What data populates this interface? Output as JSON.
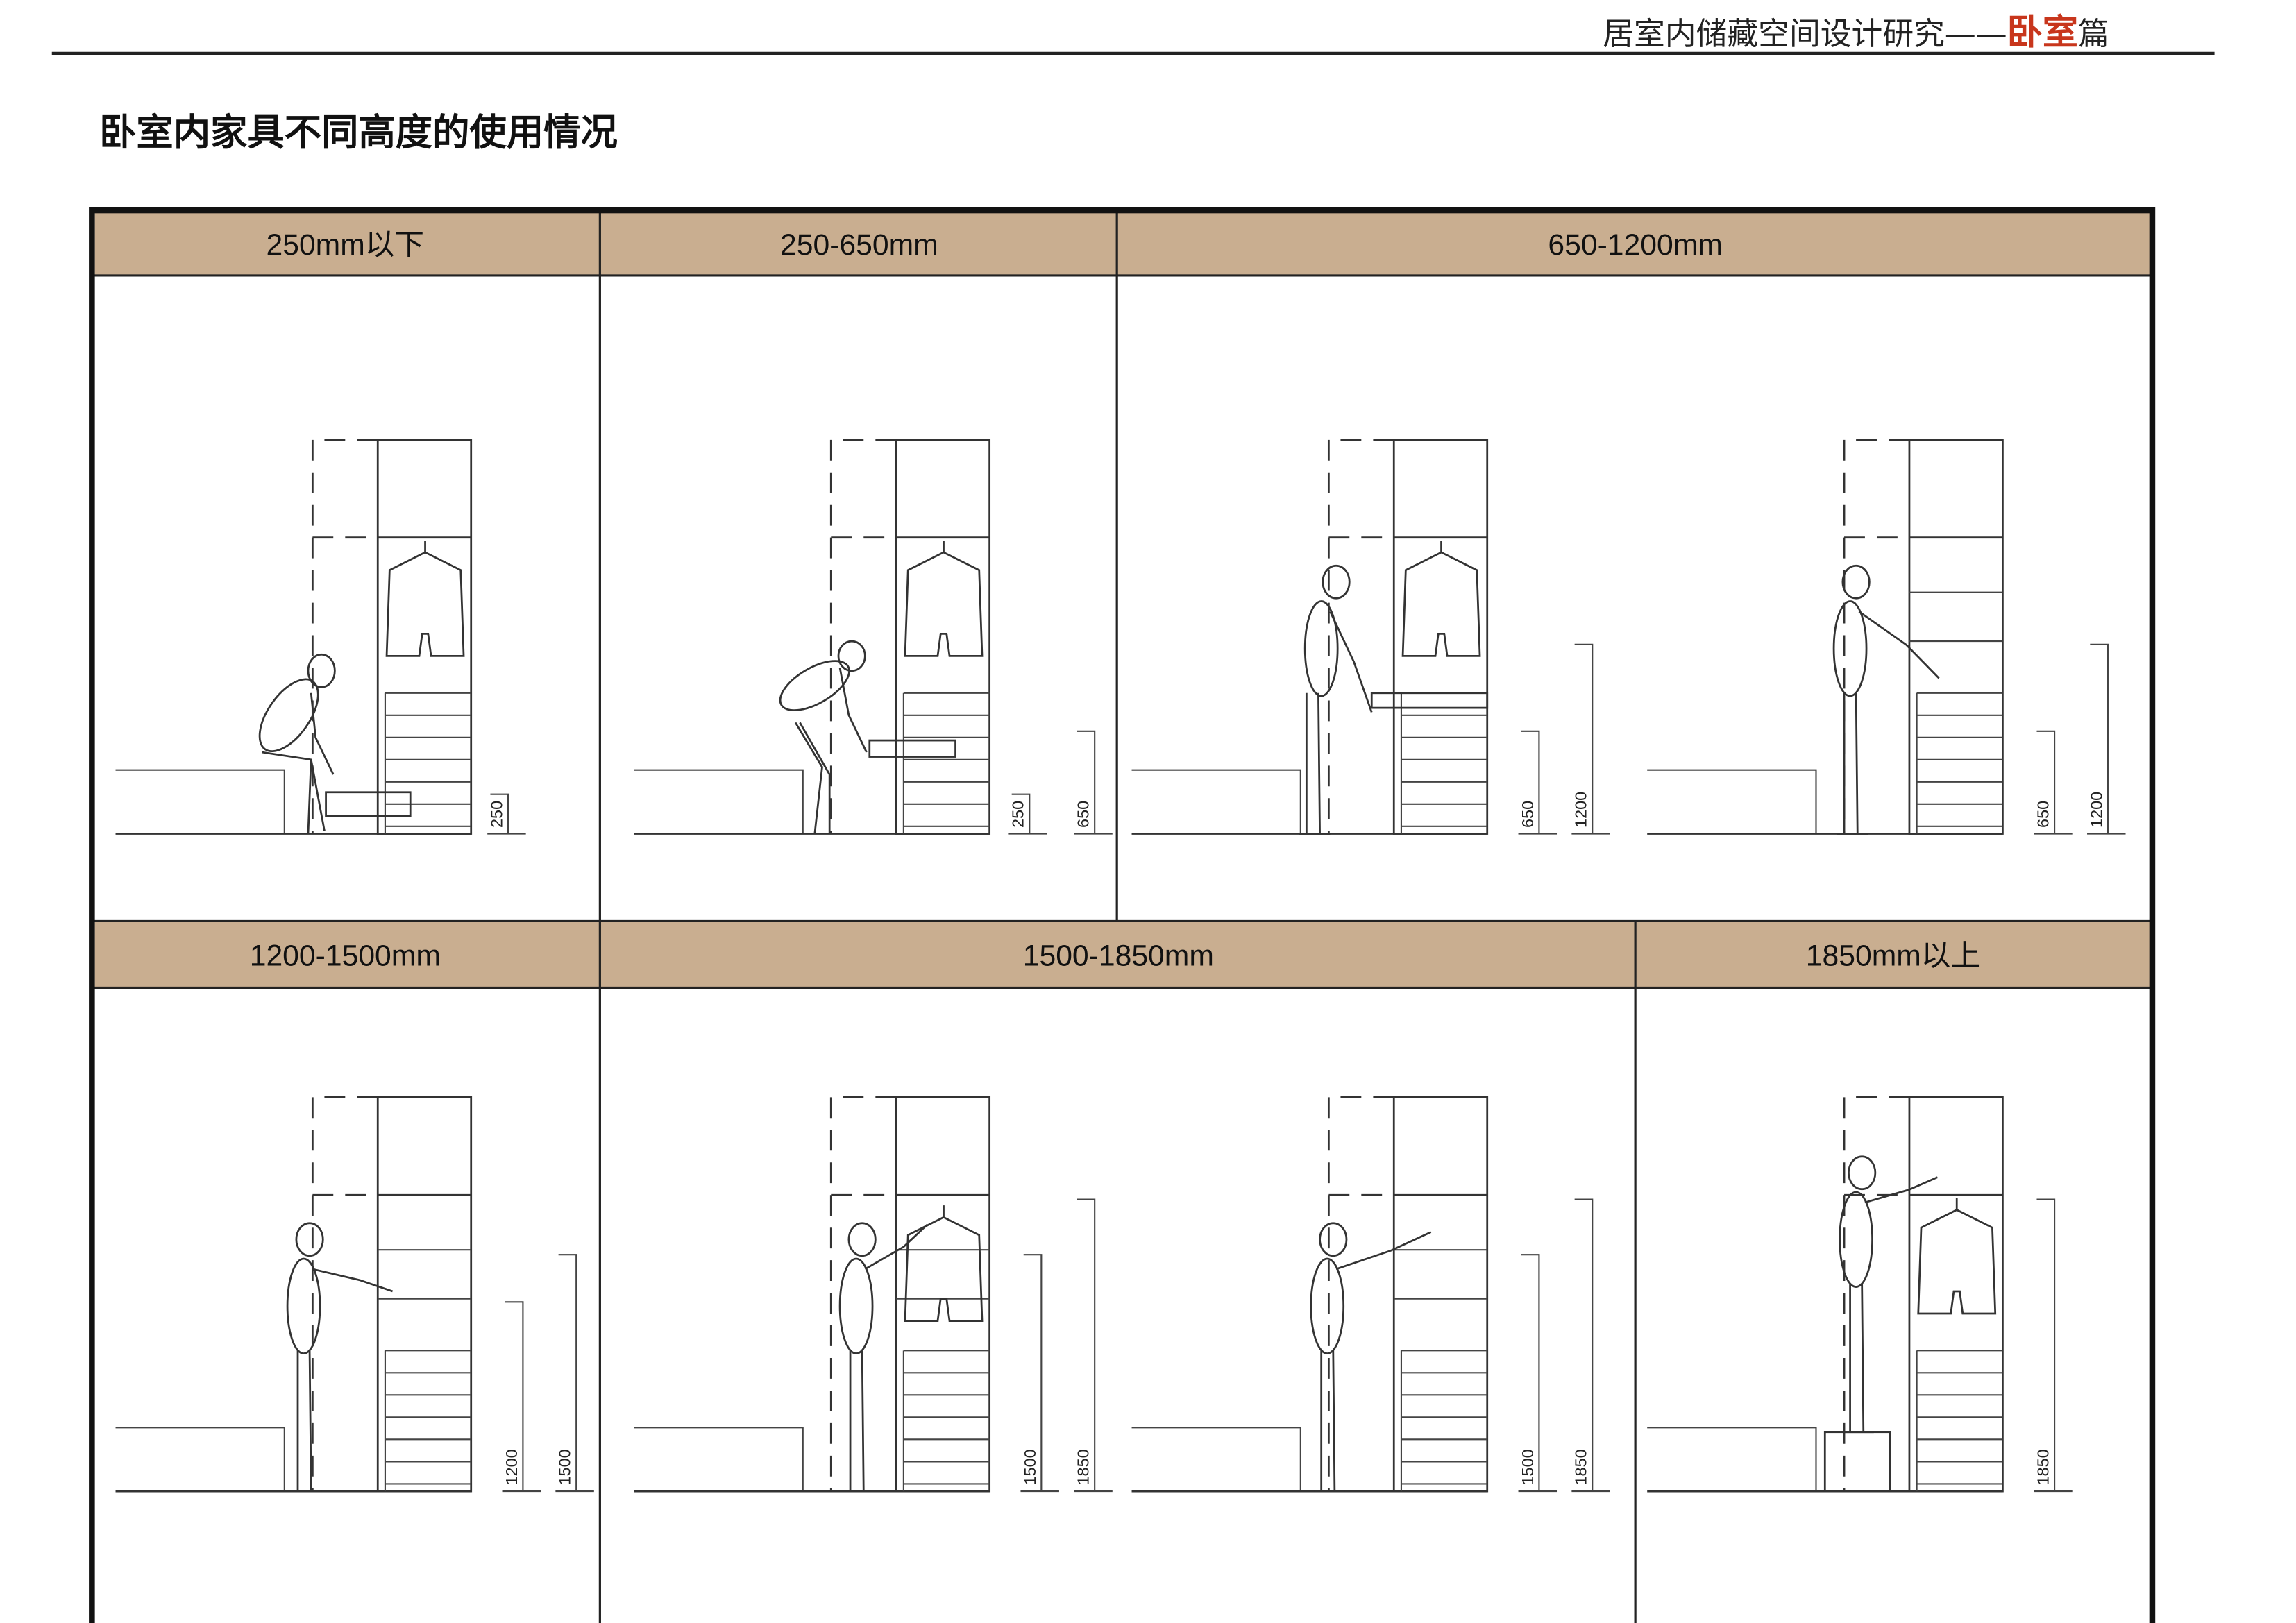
{
  "header": {
    "title_main": "居室内储藏空间设计研究——",
    "title_accent": "卧室",
    "title_tail": "篇",
    "accent_color": "#c8361c"
  },
  "page_title": "卧室内家具不同高度的使用情况",
  "table": {
    "header_color": "#c9ae90",
    "row1_headers": [
      "250mm以下",
      "250-650mm",
      "650-1200mm"
    ],
    "row2_headers": [
      "1200-1500mm",
      "1500-1850mm",
      "1850mm以上"
    ]
  },
  "scenes": [
    {
      "pose": "seated",
      "dims": [
        "250"
      ]
    },
    {
      "pose": "bent",
      "dims": [
        "250",
        "650"
      ]
    },
    {
      "pose": "lean",
      "dims": [
        "650",
        "1200"
      ]
    },
    {
      "pose": "stand-mid",
      "dims": [
        "650",
        "1200"
      ]
    },
    {
      "pose": "stand-reach-1200",
      "dims": [
        "1200",
        "1500"
      ]
    },
    {
      "pose": "hang-jacket",
      "dims": [
        "1500",
        "1850"
      ]
    },
    {
      "pose": "reach-high",
      "dims": [
        "1500",
        "1850"
      ]
    },
    {
      "pose": "stool-reach",
      "dims": [
        "1850"
      ]
    }
  ]
}
